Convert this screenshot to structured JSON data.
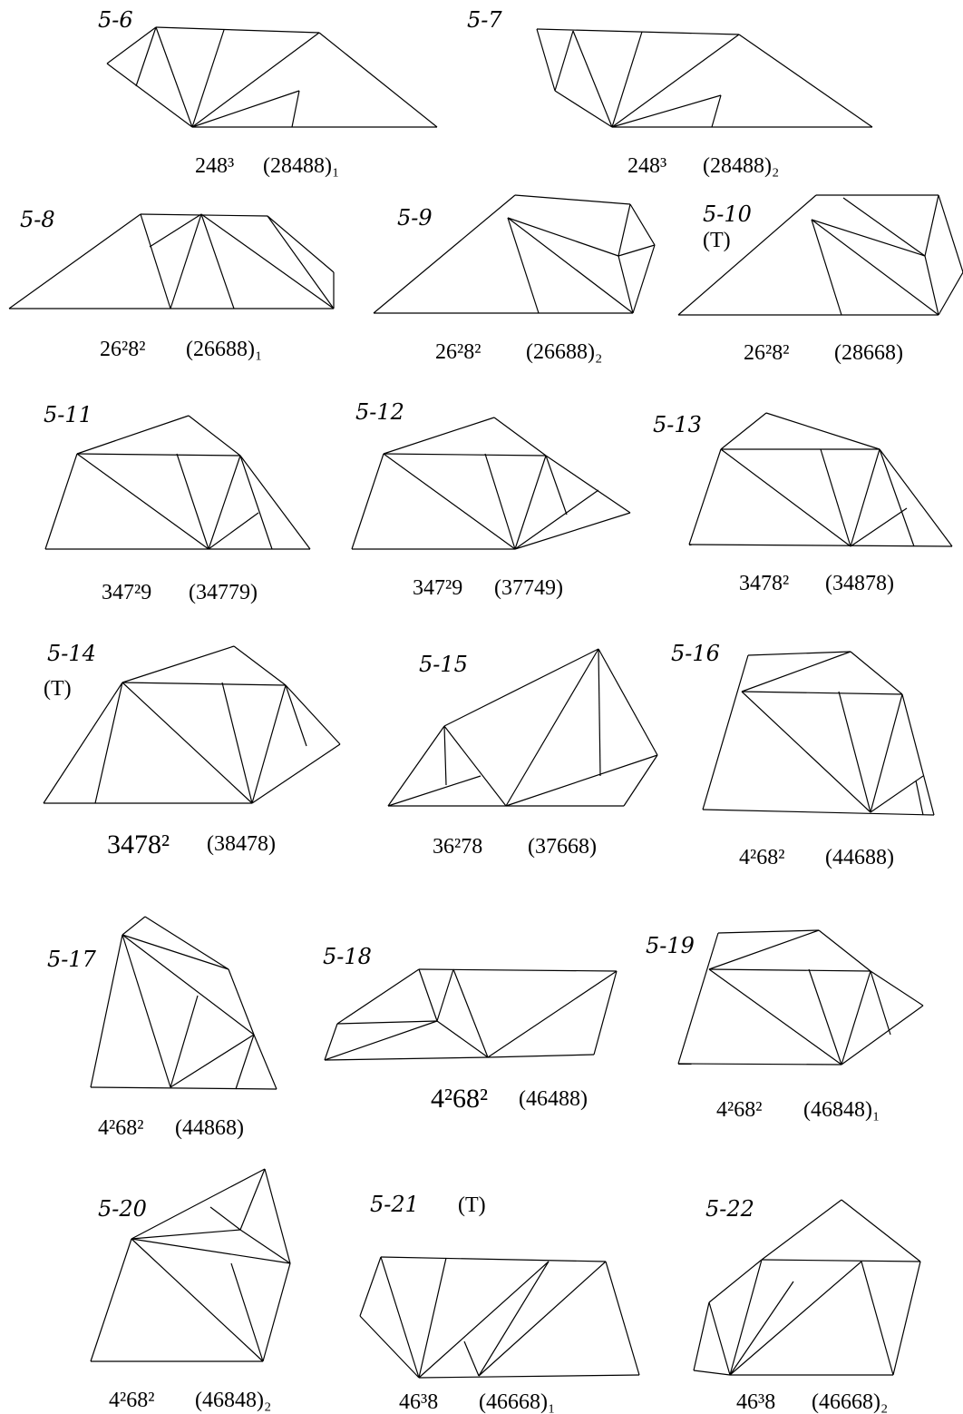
{
  "figures": [
    {
      "id": "5-6",
      "label": "5-6",
      "tag": "",
      "vertex": "248³",
      "code": "(28488)₁"
    },
    {
      "id": "5-7",
      "label": "5-7",
      "tag": "",
      "vertex": "248³",
      "code": "(28488)₂"
    },
    {
      "id": "5-8",
      "label": "5-8",
      "tag": "",
      "vertex": "26²8²",
      "code": "(26688)₁"
    },
    {
      "id": "5-9",
      "label": "5-9",
      "tag": "",
      "vertex": "26²8²",
      "code": "(26688)₂"
    },
    {
      "id": "5-10",
      "label": "5-10",
      "tag": "(T)",
      "vertex": "26²8²",
      "code": "(28668)"
    },
    {
      "id": "5-11",
      "label": "5-11",
      "tag": "",
      "vertex": "347²9",
      "code": "(34779)"
    },
    {
      "id": "5-12",
      "label": "5-12",
      "tag": "",
      "vertex": "347²9",
      "code": "(37749)"
    },
    {
      "id": "5-13",
      "label": "5-13",
      "tag": "",
      "vertex": "3478²",
      "code": "(34878)"
    },
    {
      "id": "5-14",
      "label": "5-14",
      "tag": "(T)",
      "vertex": "3478²",
      "code": "(38478)"
    },
    {
      "id": "5-15",
      "label": "5-15",
      "tag": "",
      "vertex": "36²78",
      "code": "(37668)"
    },
    {
      "id": "5-16",
      "label": "5-16",
      "tag": "",
      "vertex": "4²68²",
      "code": "(44688)"
    },
    {
      "id": "5-17",
      "label": "5-17",
      "tag": "",
      "vertex": "4²68²",
      "code": "(44868)"
    },
    {
      "id": "5-18",
      "label": "5-18",
      "tag": "",
      "vertex": "4²68²",
      "code": "(46488)"
    },
    {
      "id": "5-19",
      "label": "5-19",
      "tag": "",
      "vertex": "4²68²",
      "code": "(46848)₁"
    },
    {
      "id": "5-20",
      "label": "5-20",
      "tag": "",
      "vertex": "4²68²",
      "code": "(46848)₂"
    },
    {
      "id": "5-21",
      "label": "5-21",
      "tag": "(T)",
      "vertex": "46³8",
      "code": "(46668)₁"
    },
    {
      "id": "5-22",
      "label": "5-22",
      "tag": "",
      "vertex": "46³8",
      "code": "(46668)₂"
    }
  ]
}
